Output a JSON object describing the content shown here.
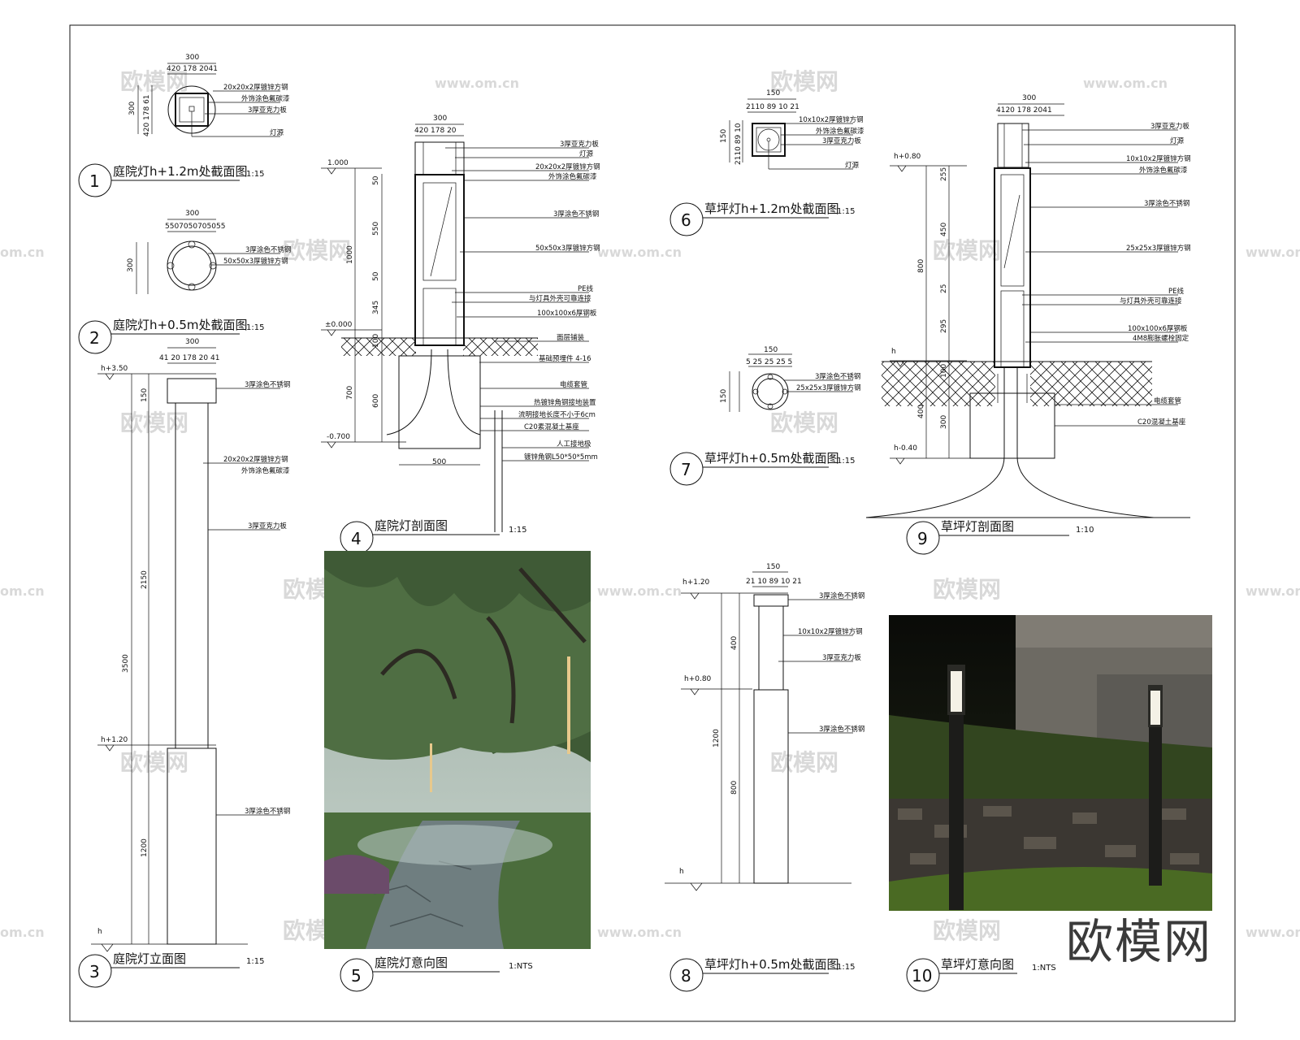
{
  "brand": "欧模网",
  "watermarks": {
    "cn": "欧模网",
    "url": "www.om.cn",
    "url_edge": "om.cn"
  },
  "details": {
    "d1": {
      "num": "1",
      "title": "庭院灯h+1.2m处截面图",
      "scale": "1:15",
      "dims": {
        "w": "300",
        "split": "420 178 2041",
        "h": "300",
        "hsplit": "420 178 61"
      },
      "notes": [
        "20x20x2厚镀锌方钢",
        "外饰涂色氟碳漆",
        "3厚亚克力板",
        "灯源"
      ]
    },
    "d2": {
      "num": "2",
      "title": "庭院灯h+0.5m处截面图",
      "scale": "1:15",
      "dims": {
        "w": "300",
        "split": "5507050705055",
        "h": "300"
      },
      "notes": [
        "3厚涂色不锈钢",
        "50x50x3厚镀锌方钢"
      ]
    },
    "d3": {
      "num": "3",
      "title": "庭院灯立面图",
      "scale": "1:15",
      "dims": {
        "w": "300",
        "split": "41 20 178 20 41",
        "top": "h+3.50",
        "mid": "h+1.20",
        "base": "h",
        "v1": "150",
        "v2": "2150",
        "v3": "3500",
        "v4": "1200"
      },
      "notes": [
        "3厚涂色不锈钢",
        "20x20x2厚镀锌方钢",
        "外饰涂色氟碳漆",
        "3厚亚克力板",
        "3厚涂色不锈钢"
      ]
    },
    "d4": {
      "num": "4",
      "title": "庭院灯剖面图",
      "scale": "1:15",
      "dims": {
        "w": "300",
        "split": "420 178 20",
        "lv1": "1.000",
        "lv2": "±0.000",
        "lv3": "-0.700",
        "v1": "50",
        "v2": "550",
        "v3": "1000",
        "v4": "50",
        "v5": "345",
        "v6": "100",
        "v7": "700",
        "v8": "600",
        "bw": "500"
      },
      "notes": [
        "3厚亚克力板",
        "灯源",
        "20x20x2厚镀锌方钢",
        "外饰涂色氟碳漆",
        "3厚涂色不锈钢",
        "50x50x3厚镀锌方钢",
        "PE线",
        "与灯具外壳可靠连接",
        "100x100x6厚钢板",
        "面层铺装",
        "基础预埋件 4-16",
        "电缆套管",
        "热镀锌角钢接地装置",
        "流明接地长度不小于6cm",
        "C20素混凝土基座",
        "人工接地极",
        "镀锌角钢L50*50*5mm"
      ]
    },
    "d5": {
      "num": "5",
      "title": "庭院灯意向图",
      "scale": "1:NTS"
    },
    "d6": {
      "num": "6",
      "title": "草坪灯h+1.2m处截面图",
      "scale": "1:15",
      "dims": {
        "w": "150",
        "split": "2110 89 10 21",
        "h": "150",
        "hsplit": "2110 89 10"
      },
      "notes": [
        "10x10x2厚镀锌方钢",
        "外饰涂色氟碳漆",
        "3厚亚克力板",
        "灯源"
      ]
    },
    "d7": {
      "num": "7",
      "title": "草坪灯h+0.5m处截面图",
      "scale": "1:15",
      "dims": {
        "w": "150",
        "split": "5 25 25 25 5",
        "h": "150"
      },
      "notes": [
        "3厚涂色不锈钢",
        "25x25x3厚镀锌方钢"
      ]
    },
    "d8": {
      "num": "8",
      "title": "草坪灯h+0.5m处截面图",
      "scale": "1:15",
      "dims": {
        "w": "150",
        "split": "21 10 89 10 21",
        "top": "h+1.20",
        "mid": "h+0.80",
        "base": "h",
        "v1": "400",
        "v2": "1200",
        "v3": "800"
      },
      "notes": [
        "3厚涂色不锈钢",
        "10x10x2厚镀锌方钢",
        "3厚亚克力板",
        "3厚涂色不锈钢"
      ]
    },
    "d9": {
      "num": "9",
      "title": "草坪灯剖面图",
      "scale": "1:10",
      "dims": {
        "w": "300",
        "split": "4120 178 2041",
        "lv1": "h+0.80",
        "lv2": "h",
        "lv3": "h-0.40",
        "v1": "255",
        "v2": "450",
        "v3": "800",
        "v4": "25",
        "v5": "295",
        "v6": "100",
        "v7": "400",
        "v8": "300"
      },
      "notes": [
        "3厚亚克力板",
        "灯源",
        "10x10x2厚镀锌方钢",
        "外饰涂色氟碳漆",
        "3厚涂色不锈钢",
        "25x25x3厚镀锌方钢",
        "PE线",
        "与灯具外壳可靠连接",
        "100x100x6厚钢板",
        "4M8膨胀螺栓固定",
        "电缆套管",
        "C20混凝土基座"
      ]
    },
    "d10": {
      "num": "10",
      "title": "草坪灯意向图",
      "scale": "1:NTS"
    }
  },
  "colors": {
    "line": "#111111",
    "watermark": "#d9d9d9",
    "brand": "#3a3a3a"
  }
}
